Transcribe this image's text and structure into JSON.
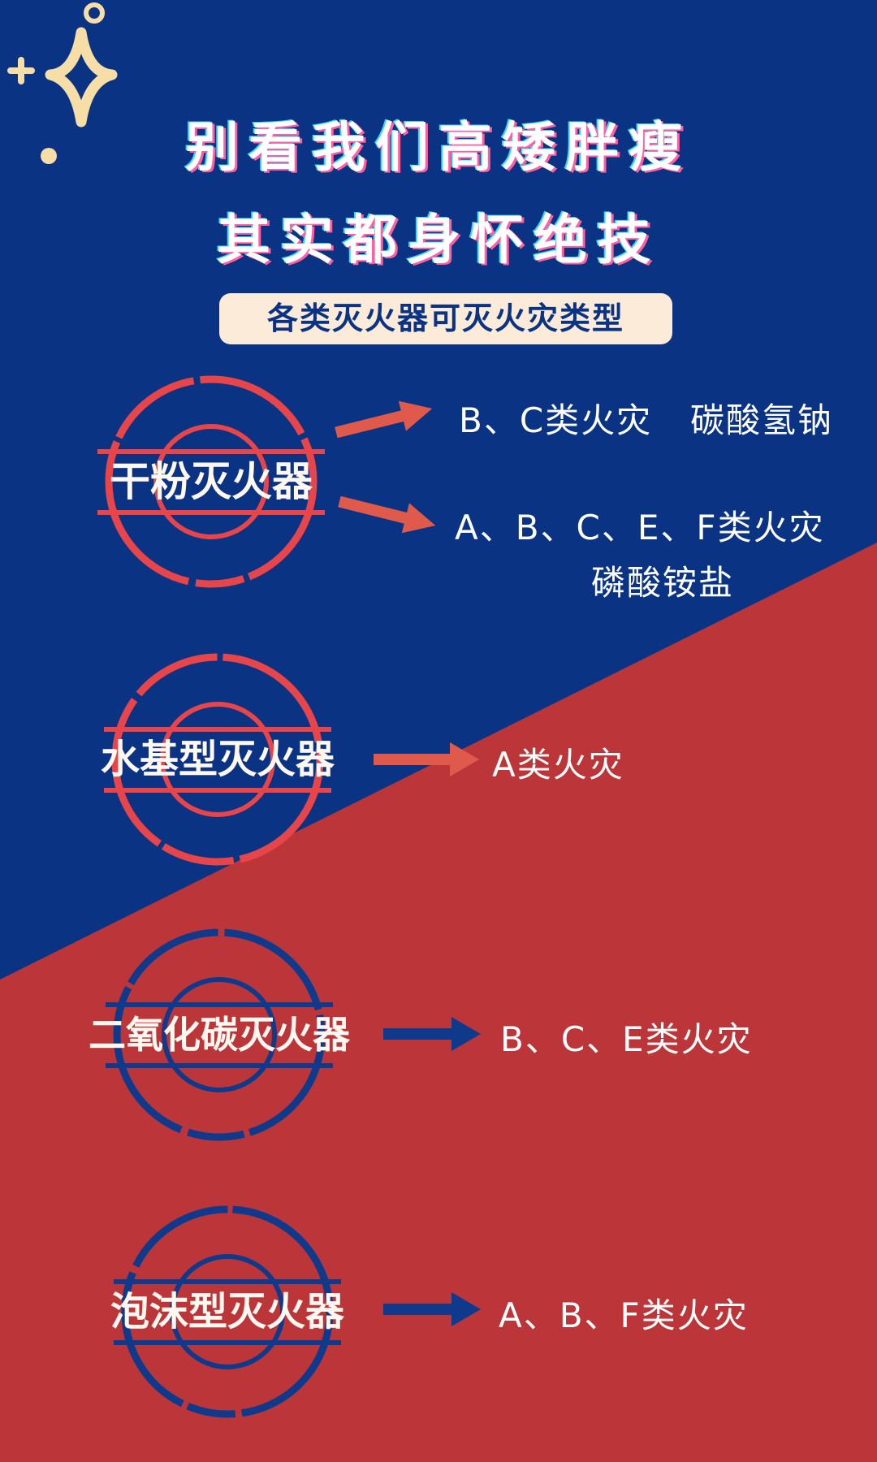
{
  "title": {
    "line1": "别看我们高矮胖瘦",
    "line2": "其实都身怀绝技"
  },
  "subtitle": "各类灭火器可灭火灾类型",
  "extinguishers": [
    {
      "name": "干粉灭火器",
      "results": [
        {
          "classes": "B、C类火灾",
          "agent": "碳酸氢钠"
        },
        {
          "classes": "A、B、C、E、F类火灾",
          "agent": "磷酸铵盐"
        }
      ]
    },
    {
      "name": "水基型灭火器",
      "results": [
        {
          "classes": "A类火灾"
        }
      ]
    },
    {
      "name": "二氧化碳灭火器",
      "results": [
        {
          "classes": "B、C、E类火灾"
        }
      ]
    },
    {
      "name": "泡沫型灭火器",
      "results": [
        {
          "classes": "A、B、F类火灾"
        }
      ]
    }
  ],
  "colors": {
    "navy": "#0a3483",
    "red": "#bc3639",
    "stamp_red": "#e8454a",
    "stamp_navy": "#0f3a8c",
    "cream": "#fcebd9",
    "sparkle": "#f6dea6"
  },
  "decoration": {
    "icon": "sparkle-icon"
  }
}
